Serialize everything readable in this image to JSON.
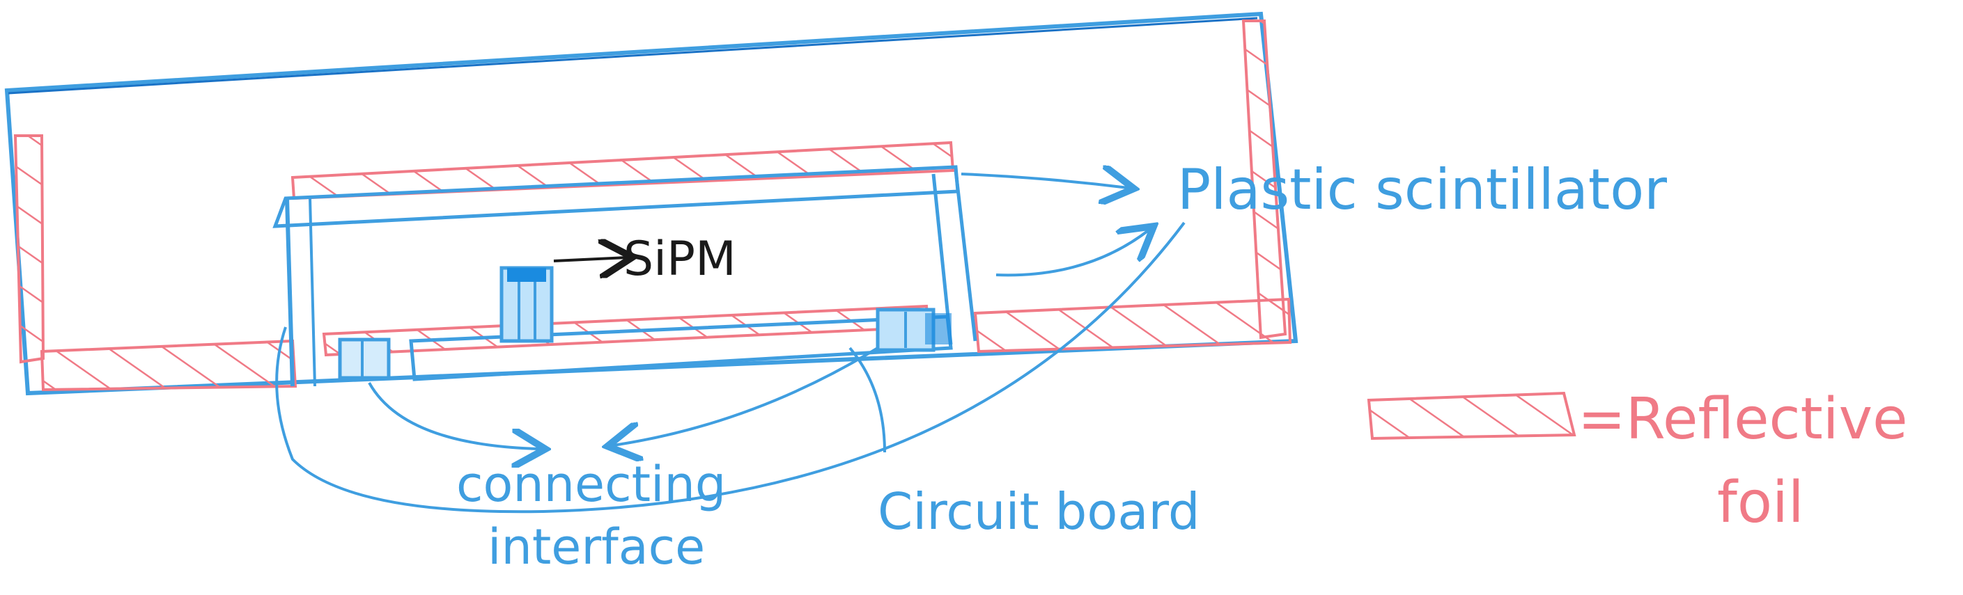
{
  "labels": {
    "sipm": "SiPM",
    "plastic_scintillator": "Plastic scintillator",
    "connecting_interface_line1": "connecting",
    "connecting_interface_line2": "interface",
    "circuit_board": "Circuit board",
    "legend_line1": "=Reflective",
    "legend_line2": "foil"
  },
  "colors": {
    "scintillator_blue": "#3f9ee0",
    "foil_red": "#f07a86",
    "ink_black": "#1a1a1a",
    "background": "#ffffff"
  }
}
